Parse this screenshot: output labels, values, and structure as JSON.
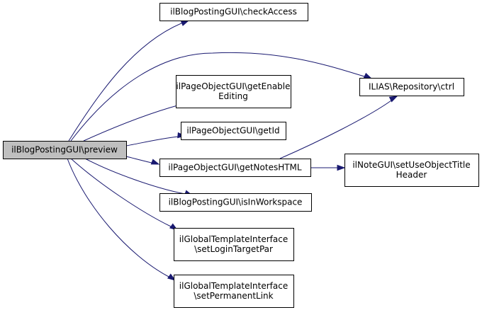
{
  "diagram": {
    "nodes": [
      {
        "id": "preview",
        "lines": [
          "ilBlogPostingGUI\\preview"
        ],
        "root": true
      },
      {
        "id": "checkAccess",
        "lines": [
          "ilBlogPostingGUI\\checkAccess"
        ]
      },
      {
        "id": "ctrl",
        "lines": [
          "ILIAS\\Repository\\ctrl"
        ]
      },
      {
        "id": "getEnableEditing",
        "lines": [
          "ilPageObjectGUI\\getEnable",
          "Editing"
        ]
      },
      {
        "id": "getId",
        "lines": [
          "ilPageObjectGUI\\getId"
        ]
      },
      {
        "id": "getNotesHTML",
        "lines": [
          "ilPageObjectGUI\\getNotesHTML"
        ]
      },
      {
        "id": "setUseObjectTitleHeader",
        "lines": [
          "ilNoteGUI\\setUseObjectTitle",
          "Header"
        ]
      },
      {
        "id": "isInWorkspace",
        "lines": [
          "ilBlogPostingGUI\\isInWorkspace"
        ]
      },
      {
        "id": "setLoginTargetPar",
        "lines": [
          "ilGlobalTemplateInterface",
          "\\setLoginTargetPar"
        ]
      },
      {
        "id": "setPermanentLink",
        "lines": [
          "ilGlobalTemplateInterface",
          "\\setPermanentLink"
        ]
      }
    ],
    "edges": [
      {
        "from": "preview",
        "to": "checkAccess"
      },
      {
        "from": "preview",
        "to": "ctrl"
      },
      {
        "from": "preview",
        "to": "getEnableEditing"
      },
      {
        "from": "preview",
        "to": "getId"
      },
      {
        "from": "preview",
        "to": "getNotesHTML"
      },
      {
        "from": "preview",
        "to": "isInWorkspace"
      },
      {
        "from": "preview",
        "to": "setLoginTargetPar"
      },
      {
        "from": "preview",
        "to": "setPermanentLink"
      },
      {
        "from": "getNotesHTML",
        "to": "ctrl"
      },
      {
        "from": "getNotesHTML",
        "to": "setUseObjectTitleHeader"
      }
    ],
    "colors": {
      "edge": "#191970",
      "root_fill": "#bfbfbf",
      "node_fill": "#ffffff",
      "border": "#000000"
    }
  }
}
